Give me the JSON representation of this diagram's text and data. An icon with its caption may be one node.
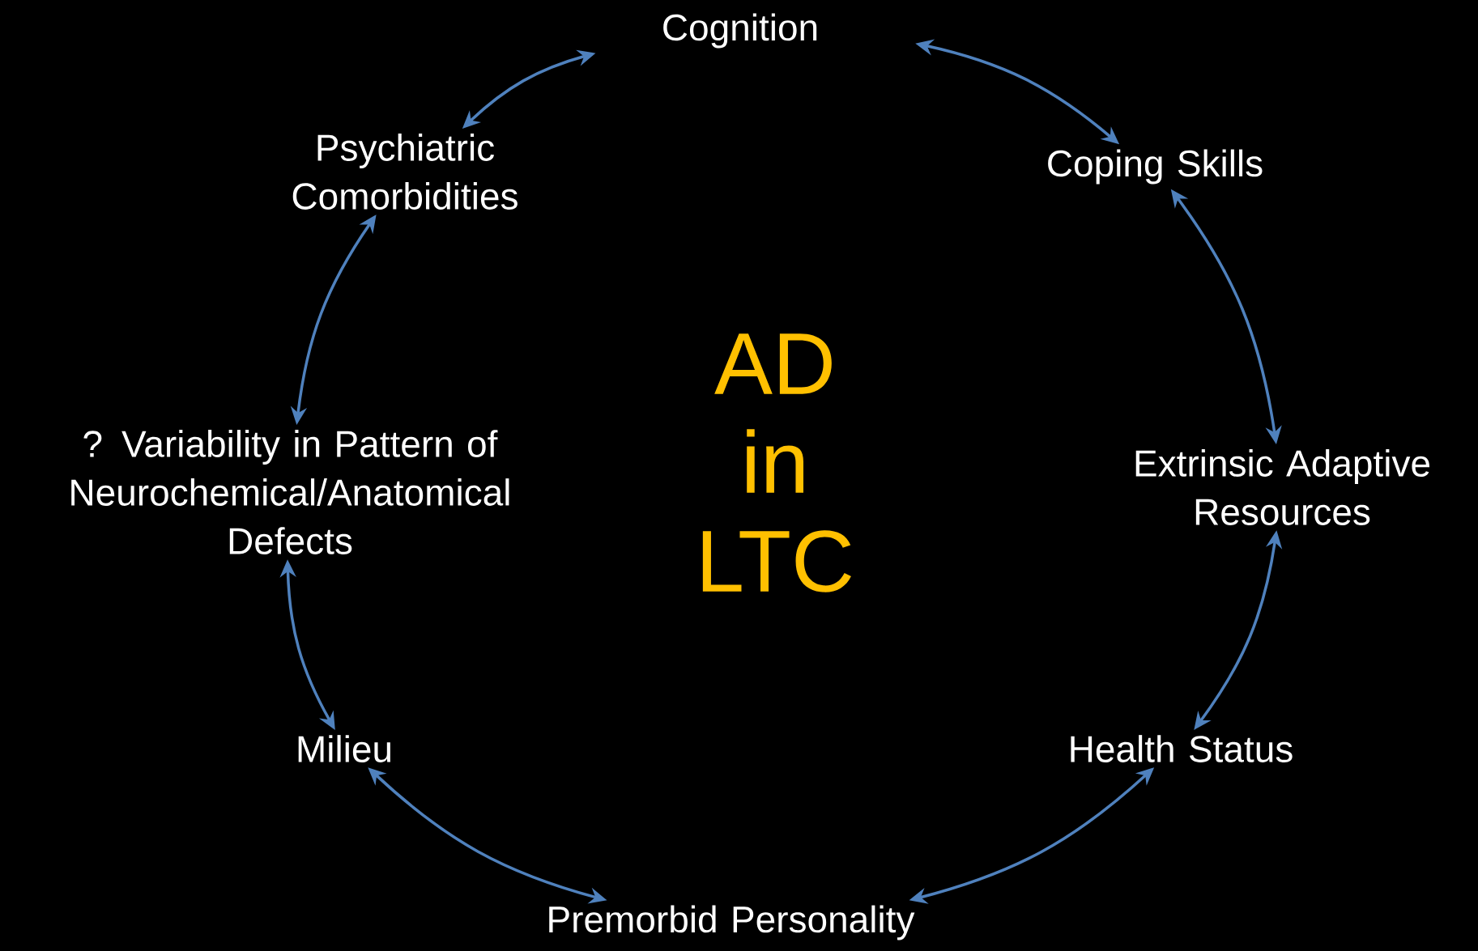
{
  "diagram": {
    "nodes": [
      {
        "text": [
          "Cognition"
        ]
      },
      {
        "text": [
          "Coping Skills"
        ]
      },
      {
        "text": [
          "Extrinsic Adaptive Resources"
        ]
      },
      {
        "text": [
          "Health Status"
        ]
      },
      {
        "text": [
          "Premorbid Personality"
        ]
      },
      {
        "text": [
          "Milieu"
        ]
      },
      {
        "text": [
          "? Variability in Pattern of Neurochemical/Anatomical Defects"
        ]
      },
      {
        "text": [
          "Psychiatric Comorbidities"
        ]
      }
    ],
    "edges": [
      {
        "from": 0,
        "to": 1,
        "arrow": "both"
      },
      {
        "from": 1,
        "to": 2,
        "arrow": "both"
      },
      {
        "from": 2,
        "to": 3,
        "arrow": "both"
      },
      {
        "from": 3,
        "to": 4,
        "arrow": "both"
      },
      {
        "from": 4,
        "to": 5,
        "arrow": "both"
      },
      {
        "from": 5,
        "to": 6,
        "arrow": "both"
      },
      {
        "from": 6,
        "to": 7,
        "arrow": "both"
      },
      {
        "from": 7,
        "to": 0,
        "arrow": "both"
      }
    ],
    "labels": [
      "AD in LTC"
    ]
  }
}
